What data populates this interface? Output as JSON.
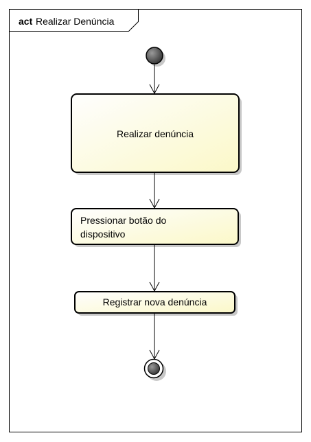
{
  "frame": {
    "keyword": "act",
    "name": "Realizar Denúncia"
  },
  "nodes": {
    "initial": {
      "type": "initial"
    },
    "action_1": {
      "label": "Realizar denúncia"
    },
    "action_2": {
      "label": "Pressionar botão do dispositivo"
    },
    "action_3": {
      "label": "Registrar nova denúncia"
    },
    "final": {
      "type": "final"
    }
  },
  "colors": {
    "action_fill_start": "#fefefe",
    "action_fill_end": "#fbf8c8",
    "node_dark": "#303030",
    "node_light": "#8a8a8a",
    "stroke": "#000000",
    "shadow": "#c8c8c8"
  }
}
